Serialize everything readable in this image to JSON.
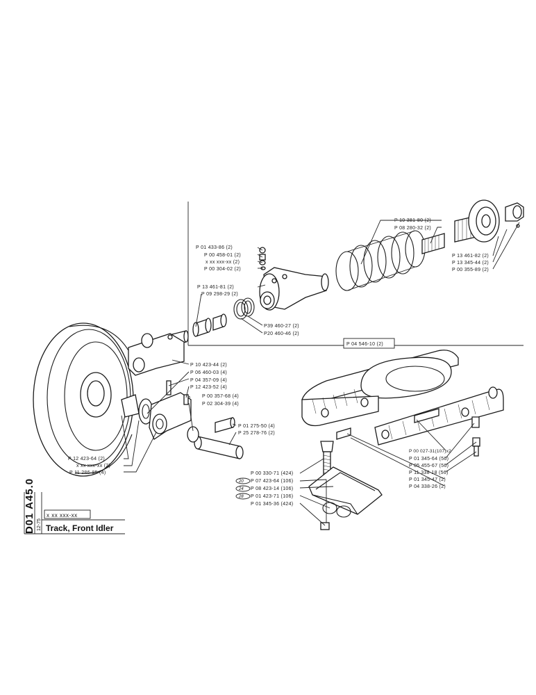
{
  "document": {
    "code": "D01 A45.0",
    "version": "12-75",
    "ident": "x xx xxx-xx",
    "title": "Track, Front Idler"
  },
  "labels": [
    "P 10 381-80 (2)",
    "P 08 280-32 (2)",
    "P 13 461-82 (2)",
    "P 13 345-44 (2)",
    "P 00 355-89 (2)",
    "P 01 433-86 (2)",
    "P 00 458-01 (2)",
    "x xx xxx-xx (2)",
    "P 00 304-02 (2)",
    "P 13 461-81 (2)",
    "P 09 298-29 (2)",
    "P39 460-27 (2)",
    "P20 460-46 (2)",
    "P 04 546-10 (2)",
    "P 10 423-44 (2)",
    "P 06 460-03 (4)",
    "P 04 357-09 (4)",
    "P 12 423-52 (4)",
    "P 00 357-68 (4)",
    "P 02 304-39 (4)",
    "P 01 275-50 (4)",
    "P 25 278-76 (2)",
    "P 12 423-64 (2)",
    "x xx xxx-xx (2)",
    "P 11 286-85 (4)",
    "P 00 027-31(107)x2",
    "P 01 345-64 (56)",
    "P 05 455-67 (56)",
    "P 11 338-18 (56)",
    "P 01 345-47 (2)",
    "P 04 338-26 (2)",
    "P 00 330-71 (424)",
    "P 07 423-64 (106)",
    "P 08 423-14 (106)",
    "P 01 423-71 (106)",
    "P 01 345-36 (424)"
  ],
  "circled": [
    "20",
    "24",
    "28"
  ]
}
